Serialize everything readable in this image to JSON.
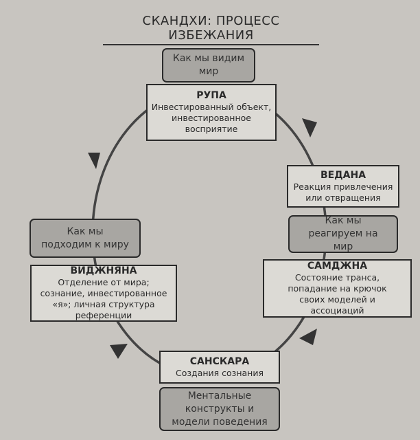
{
  "title": "СКАНДХИ: ПРОЦЕСС ИЗБЕЖАНИЯ",
  "nodes": {
    "rupa_note": "Как мы видим мир",
    "rupa": {
      "name": "РУПА",
      "desc": "Инвестированный объект, инвестированное восприятие"
    },
    "vedana": {
      "name": "ВЕДАНА",
      "desc": "Реакция привлечения или отвращения"
    },
    "vedana_note": "Как мы реагируем на мир",
    "samjna": {
      "name": "САМДЖНА",
      "desc": "Состояние транса, попадание на крючок своих моделей и ассоциаций"
    },
    "samskara": {
      "name": "САНСКАРА",
      "desc": "Создания сознания"
    },
    "samskara_note": "Ментальные конструкты и модели поведения",
    "vijnana_note": "Как мы подходим к миру",
    "vijnana": {
      "name": "ВИДЖНЯНА",
      "desc": "Отделение от мира; сознание, инвестированное «я»; личная структура референции"
    }
  }
}
